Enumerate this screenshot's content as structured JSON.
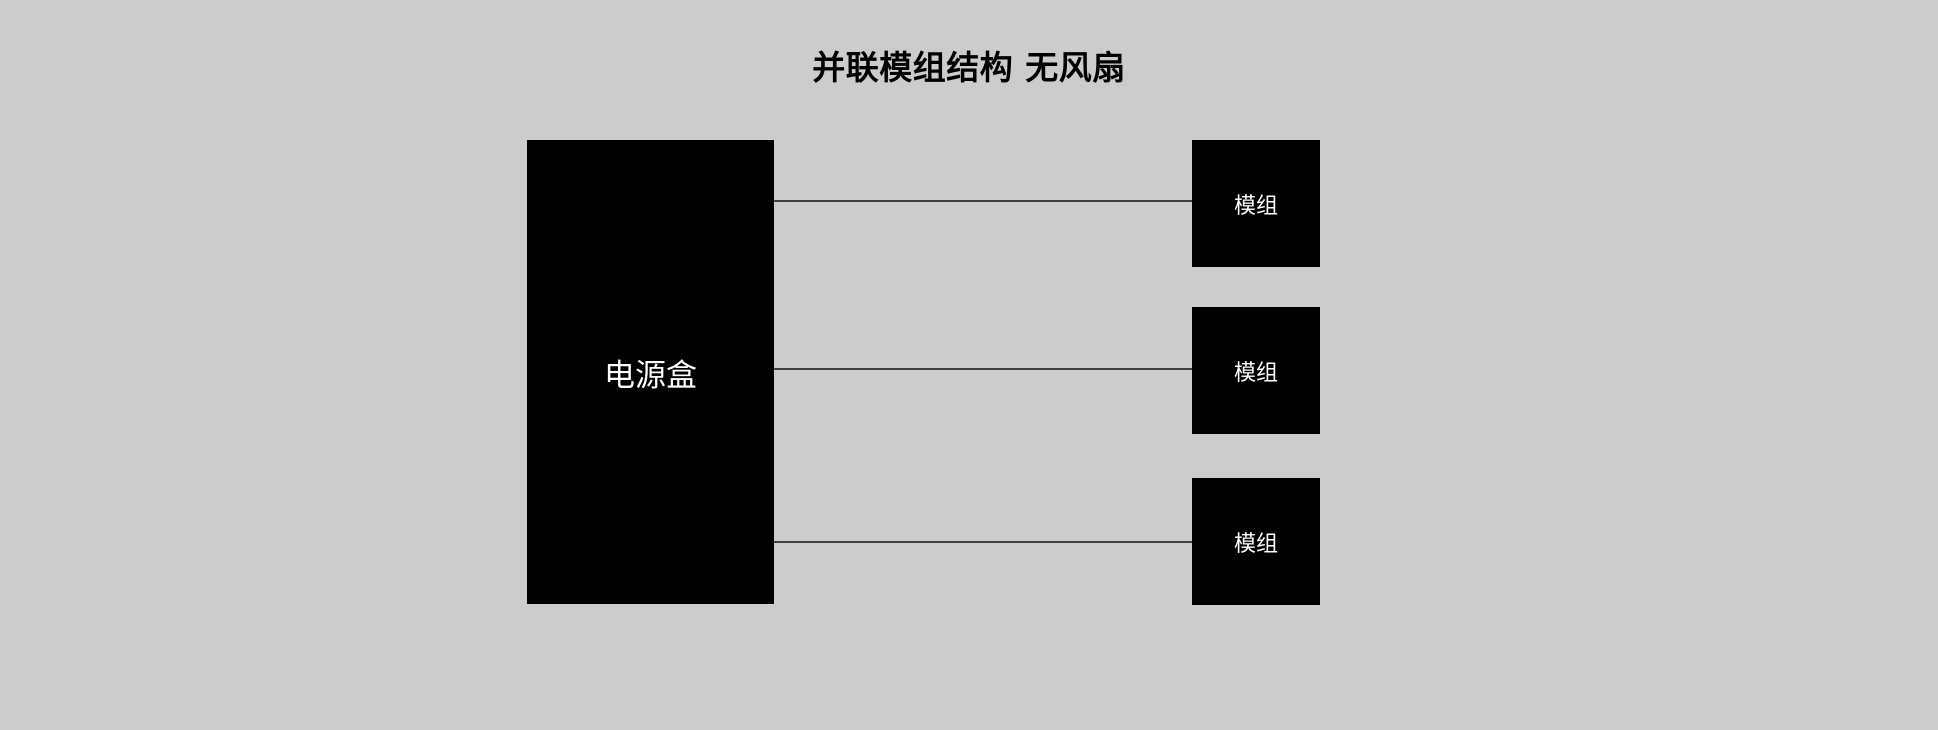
{
  "diagram": {
    "title": "并联模组结构 无风扇",
    "background_color": "#cccccc",
    "node_fill_color": "#000000",
    "node_text_color": "#ffffff",
    "connector_color": "#404040",
    "title_color": "#000000",
    "source": {
      "label": "电源盒"
    },
    "modules": [
      {
        "label": "模组"
      },
      {
        "label": "模组"
      },
      {
        "label": "模组"
      }
    ],
    "connectors": [
      {
        "from": "电源盒",
        "to": "模组"
      },
      {
        "from": "电源盒",
        "to": "模组"
      },
      {
        "from": "电源盒",
        "to": "模组"
      }
    ]
  }
}
